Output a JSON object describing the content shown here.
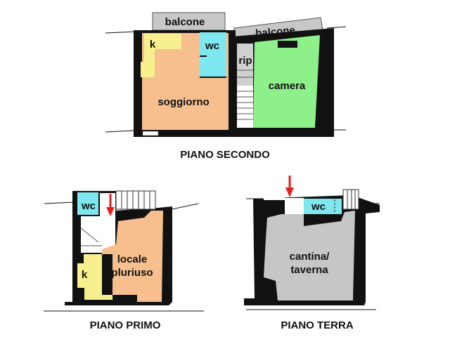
{
  "colors": {
    "wall": "#111111",
    "living": "#F7BF8E",
    "kitchen": "#F8F08E",
    "bathroom": "#7FE7EF",
    "bedroom": "#8EF08A",
    "balcony": "#C8C8C8",
    "cellar": "#C6C6C6",
    "arrow": "#E3211C"
  },
  "plans": {
    "secondo": {
      "title": "PIANO SECONDO",
      "rooms": {
        "balcone_left": "balcone",
        "balcone_right": "balcone",
        "kitchen": "k",
        "wc": "wc",
        "rip": "rip",
        "soggiorno": "soggiorno",
        "camera": "camera"
      }
    },
    "primo": {
      "title": "PIANO PRIMO",
      "rooms": {
        "wc": "wc",
        "kitchen": "k",
        "locale_line1": "locale",
        "locale_line2": "pluriuso"
      }
    },
    "terra": {
      "title": "PIANO TERRA",
      "rooms": {
        "wc": "wc",
        "cantina_line1": "cantina/",
        "cantina_line2": "taverna"
      }
    }
  }
}
